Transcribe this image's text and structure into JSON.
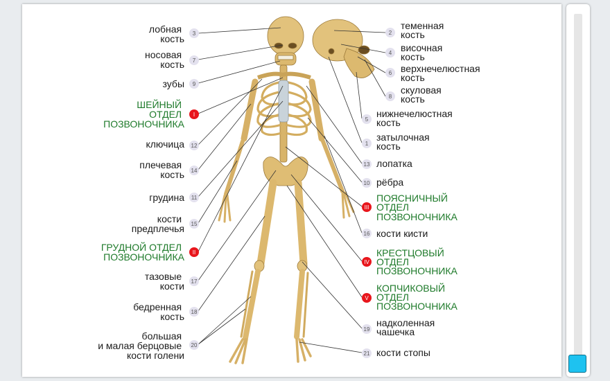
{
  "labels": {
    "l3": [
      "лобная",
      "кость"
    ],
    "l7": [
      "носовая",
      "кость"
    ],
    "l9": [
      "зубы"
    ],
    "lI": [
      "ШЕЙНЫЙ",
      "ОТДЕЛ",
      "ПОЗВОНОЧНИКА"
    ],
    "l12": [
      "ключица"
    ],
    "l14": [
      "плечевая",
      "кость"
    ],
    "l11": [
      "грудина"
    ],
    "l15": [
      "кости",
      "предплечья"
    ],
    "lII": [
      "ГРУДНОЙ ОТДЕЛ",
      "ПОЗВОНОЧНИКА"
    ],
    "l17": [
      "тазовые",
      "кости"
    ],
    "l18": [
      "бедренная",
      "кость"
    ],
    "l20": [
      "большая",
      "и малая берцовые",
      "кости голени"
    ],
    "r2": [
      "теменная",
      "кость"
    ],
    "r4": [
      "височная",
      "кость"
    ],
    "r6": [
      "верхнечелюстная",
      "кость"
    ],
    "r8": [
      "скуловая",
      "кость"
    ],
    "r5": [
      "нижнечелюстная",
      "кость"
    ],
    "r1": [
      "затылочная",
      "кость"
    ],
    "r13": [
      "лопатка"
    ],
    "r10": [
      "рёбра"
    ],
    "rIII": [
      "ПОЯСНИЧНЫЙ",
      "ОТДЕЛ",
      "ПОЗВОНОЧНИКА"
    ],
    "r16": [
      "кости кисти"
    ],
    "rIV": [
      "КРЕСТЦОВЫЙ",
      "ОТДЕЛ",
      "ПОЗВОНОЧНИКА"
    ],
    "rV": [
      "КОПЧИКОВЫЙ",
      "ОТДЕЛ",
      "ПОЗВОНОЧНИКА"
    ],
    "r19": [
      "надколенная",
      "чашечка"
    ],
    "r21": [
      "кости стопы"
    ]
  },
  "markers": {
    "m3": "3",
    "m7": "7",
    "m9": "9",
    "mI": "I",
    "m12": "12",
    "m14": "14",
    "m11": "11",
    "m15": "15",
    "mII": "II",
    "m17": "17",
    "m18": "18",
    "m20": "20",
    "m2": "2",
    "m4": "4",
    "m6": "6",
    "m8": "8",
    "m5": "5",
    "m1": "1",
    "m13": "13",
    "m10": "10",
    "mIII": "III",
    "m16": "16",
    "mIV": "IV",
    "mV": "V",
    "m19": "19",
    "m21": "21"
  },
  "colors": {
    "bone": "#e2c27c",
    "bone_dark": "#b08a45",
    "cartilage": "#c9d3da",
    "marker_gray": "#e3e1ee",
    "marker_red": "#e8161c",
    "section_green": "#1e7a2a",
    "scroll_thumb": "#1ec2f0"
  }
}
